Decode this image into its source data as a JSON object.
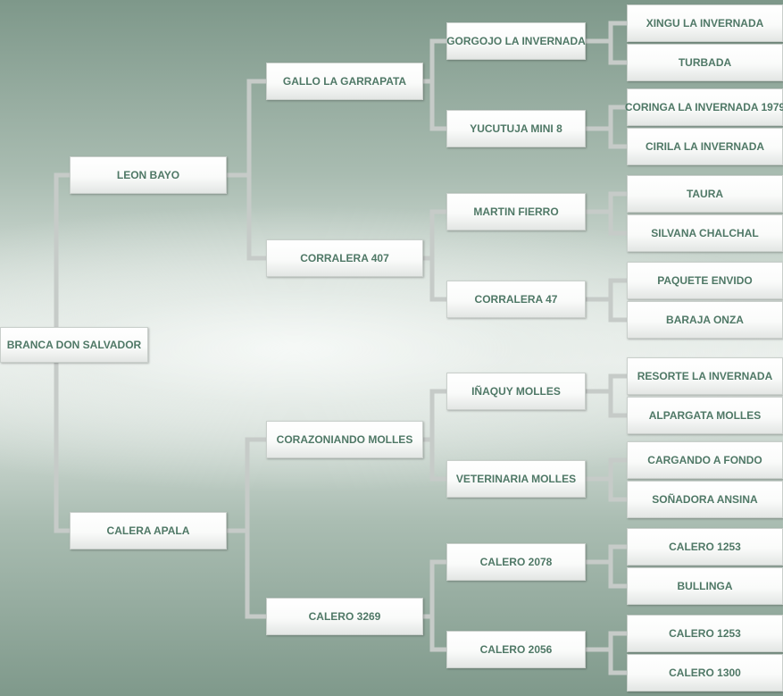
{
  "pedigree": {
    "root": "BRANCA DON SALVADOR",
    "sire": "LEON BAYO",
    "dam": "CALERA APALA",
    "sire_sire": "GALLO LA GARRAPATA",
    "sire_dam": "CORRALERA 407",
    "dam_sire": "CORAZONIANDO MOLLES",
    "dam_dam": "CALERO 3269",
    "gen3": [
      "GORGOJO LA INVERNADA",
      "YUCUTUJA MINI 8",
      "MARTIN FIERRO",
      "CORRALERA 47",
      "IÑAQUY MOLLES",
      "VETERINARIA MOLLES",
      "CALERO 2078",
      "CALERO 2056"
    ],
    "gen4": [
      "XINGU LA INVERNADA",
      "TURBADA",
      "CORINGA LA INVERNADA 1979",
      "CIRILA LA INVERNADA",
      "TAURA",
      "SILVANA CHALCHAL",
      "PAQUETE ENVIDO",
      "BARAJA ONZA",
      "RESORTE LA INVERNADA",
      "ALPARGATA MOLLES",
      "CARGANDO A FONDO",
      "SOÑADORA ANSINA",
      "CALERO 1253",
      "BULLINGA",
      "CALERO 1253",
      "CALERO 1300"
    ]
  }
}
